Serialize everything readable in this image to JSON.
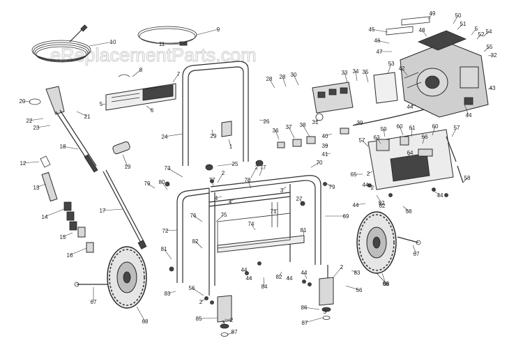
{
  "watermark": "eReplacementParts.com",
  "callouts": [
    {
      "id": "c1",
      "label": "1"
    },
    {
      "id": "c2a",
      "label": "2"
    },
    {
      "id": "c2b",
      "label": "2"
    },
    {
      "id": "c2c",
      "label": "2"
    },
    {
      "id": "c2d",
      "label": "2"
    },
    {
      "id": "c2e",
      "label": "2"
    },
    {
      "id": "c2f",
      "label": "2"
    },
    {
      "id": "c2g",
      "label": "2"
    },
    {
      "id": "c3a",
      "label": "3"
    },
    {
      "id": "c3b",
      "label": "3"
    },
    {
      "id": "c3c",
      "label": "3"
    },
    {
      "id": "c4a",
      "label": "4"
    },
    {
      "id": "c4b",
      "label": "4"
    },
    {
      "id": "c5a",
      "label": "5"
    },
    {
      "id": "c5b",
      "label": "5"
    },
    {
      "id": "c6",
      "label": "6"
    },
    {
      "id": "c7",
      "label": "7"
    },
    {
      "id": "c8",
      "label": "8"
    },
    {
      "id": "c9",
      "label": "9"
    },
    {
      "id": "c10",
      "label": "10"
    },
    {
      "id": "c11",
      "label": "11"
    },
    {
      "id": "c12",
      "label": "12"
    },
    {
      "id": "c13",
      "label": "13"
    },
    {
      "id": "c14",
      "label": "14"
    },
    {
      "id": "c15",
      "label": "15"
    },
    {
      "id": "c16",
      "label": "16"
    },
    {
      "id": "c17",
      "label": "17"
    },
    {
      "id": "c18",
      "label": "18"
    },
    {
      "id": "c19",
      "label": "19"
    },
    {
      "id": "c20",
      "label": "20"
    },
    {
      "id": "c21",
      "label": "21"
    },
    {
      "id": "c22",
      "label": "22"
    },
    {
      "id": "c23",
      "label": "23"
    },
    {
      "id": "c24",
      "label": "24"
    },
    {
      "id": "c25",
      "label": "25"
    },
    {
      "id": "c26",
      "label": "26"
    },
    {
      "id": "c27",
      "label": "27"
    },
    {
      "id": "c28a",
      "label": "28"
    },
    {
      "id": "c28b",
      "label": "28"
    },
    {
      "id": "c29",
      "label": "29"
    },
    {
      "id": "c30",
      "label": "30"
    },
    {
      "id": "c31",
      "label": "31"
    },
    {
      "id": "c32",
      "label": "32"
    },
    {
      "id": "c33",
      "label": "33"
    },
    {
      "id": "c34",
      "label": "34"
    },
    {
      "id": "c35",
      "label": "35"
    },
    {
      "id": "c36",
      "label": "36"
    },
    {
      "id": "c37",
      "label": "37"
    },
    {
      "id": "c38",
      "label": "38"
    },
    {
      "id": "c39a",
      "label": "39"
    },
    {
      "id": "c39b",
      "label": "39"
    },
    {
      "id": "c40",
      "label": "40"
    },
    {
      "id": "c41",
      "label": "41"
    },
    {
      "id": "c42",
      "label": "42"
    },
    {
      "id": "c43",
      "label": "43"
    },
    {
      "id": "c44a",
      "label": "44"
    },
    {
      "id": "c44b",
      "label": "44"
    },
    {
      "id": "c44c",
      "label": "44"
    },
    {
      "id": "c44d",
      "label": "44"
    },
    {
      "id": "c44e",
      "label": "44"
    },
    {
      "id": "c44f",
      "label": "44"
    },
    {
      "id": "c44g",
      "label": "44"
    },
    {
      "id": "c44h",
      "label": "44"
    },
    {
      "id": "c44i",
      "label": "44"
    },
    {
      "id": "c45",
      "label": "45"
    },
    {
      "id": "c46",
      "label": "46"
    },
    {
      "id": "c47",
      "label": "47"
    },
    {
      "id": "c48",
      "label": "48"
    },
    {
      "id": "c49",
      "label": "49"
    },
    {
      "id": "c50",
      "label": "50"
    },
    {
      "id": "c51",
      "label": "51"
    },
    {
      "id": "c52",
      "label": "52"
    },
    {
      "id": "c53",
      "label": "53"
    },
    {
      "id": "c54",
      "label": "54"
    },
    {
      "id": "c55",
      "label": "55"
    },
    {
      "id": "c56a",
      "label": "56"
    },
    {
      "id": "c56b",
      "label": "56"
    },
    {
      "id": "c56c",
      "label": "56"
    },
    {
      "id": "c57a",
      "label": "57"
    },
    {
      "id": "c57b",
      "label": "57"
    },
    {
      "id": "c58a",
      "label": "58"
    },
    {
      "id": "c58b",
      "label": "58"
    },
    {
      "id": "c59",
      "label": "59"
    },
    {
      "id": "c60a",
      "label": "60"
    },
    {
      "id": "c60b",
      "label": "60"
    },
    {
      "id": "c61",
      "label": "61"
    },
    {
      "id": "c62",
      "label": "62"
    },
    {
      "id": "c63",
      "label": "63"
    },
    {
      "id": "c64",
      "label": "64"
    },
    {
      "id": "c65",
      "label": "65"
    },
    {
      "id": "c66",
      "label": "66"
    },
    {
      "id": "c67a",
      "label": "67"
    },
    {
      "id": "c67b",
      "label": "67"
    },
    {
      "id": "c68a",
      "label": "68"
    },
    {
      "id": "c68b",
      "label": "68"
    },
    {
      "id": "c69",
      "label": "69"
    },
    {
      "id": "c70",
      "label": "70"
    },
    {
      "id": "c71",
      "label": "71"
    },
    {
      "id": "c72",
      "label": "72"
    },
    {
      "id": "c73",
      "label": "73"
    },
    {
      "id": "c74",
      "label": "74"
    },
    {
      "id": "c75",
      "label": "75"
    },
    {
      "id": "c76",
      "label": "76"
    },
    {
      "id": "c77a",
      "label": "77"
    },
    {
      "id": "c77b",
      "label": "77"
    },
    {
      "id": "c78",
      "label": "78"
    },
    {
      "id": "c79a",
      "label": "79"
    },
    {
      "id": "c79b",
      "label": "79"
    },
    {
      "id": "c80",
      "label": "80"
    },
    {
      "id": "c81a",
      "label": "81"
    },
    {
      "id": "c81b",
      "label": "81"
    },
    {
      "id": "c82a",
      "label": "82"
    },
    {
      "id": "c82b",
      "label": "82"
    },
    {
      "id": "c83a",
      "label": "83"
    },
    {
      "id": "c83b",
      "label": "83"
    },
    {
      "id": "c84",
      "label": "84"
    },
    {
      "id": "c85",
      "label": "85"
    },
    {
      "id": "c86",
      "label": "86"
    },
    {
      "id": "c87a",
      "label": "87"
    },
    {
      "id": "c87b",
      "label": "87"
    },
    {
      "id": "c92",
      "label": "92"
    }
  ],
  "colors": {
    "line": "#2b2b2b",
    "fill": "#d9d9d9",
    "watermark": "#cfcfcf",
    "background": "#ffffff"
  }
}
